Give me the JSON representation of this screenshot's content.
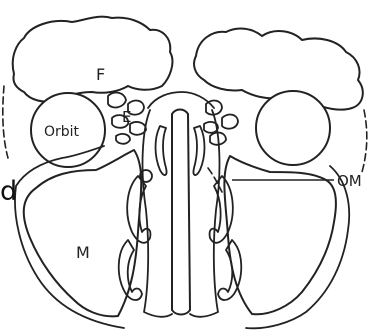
{
  "figure": {
    "panel_letter": "d",
    "labels": {
      "frontal": "F",
      "orbit": "Orbit",
      "ethmoid": "E",
      "maxillary": "M",
      "ostiomeatal": "OM"
    }
  }
}
